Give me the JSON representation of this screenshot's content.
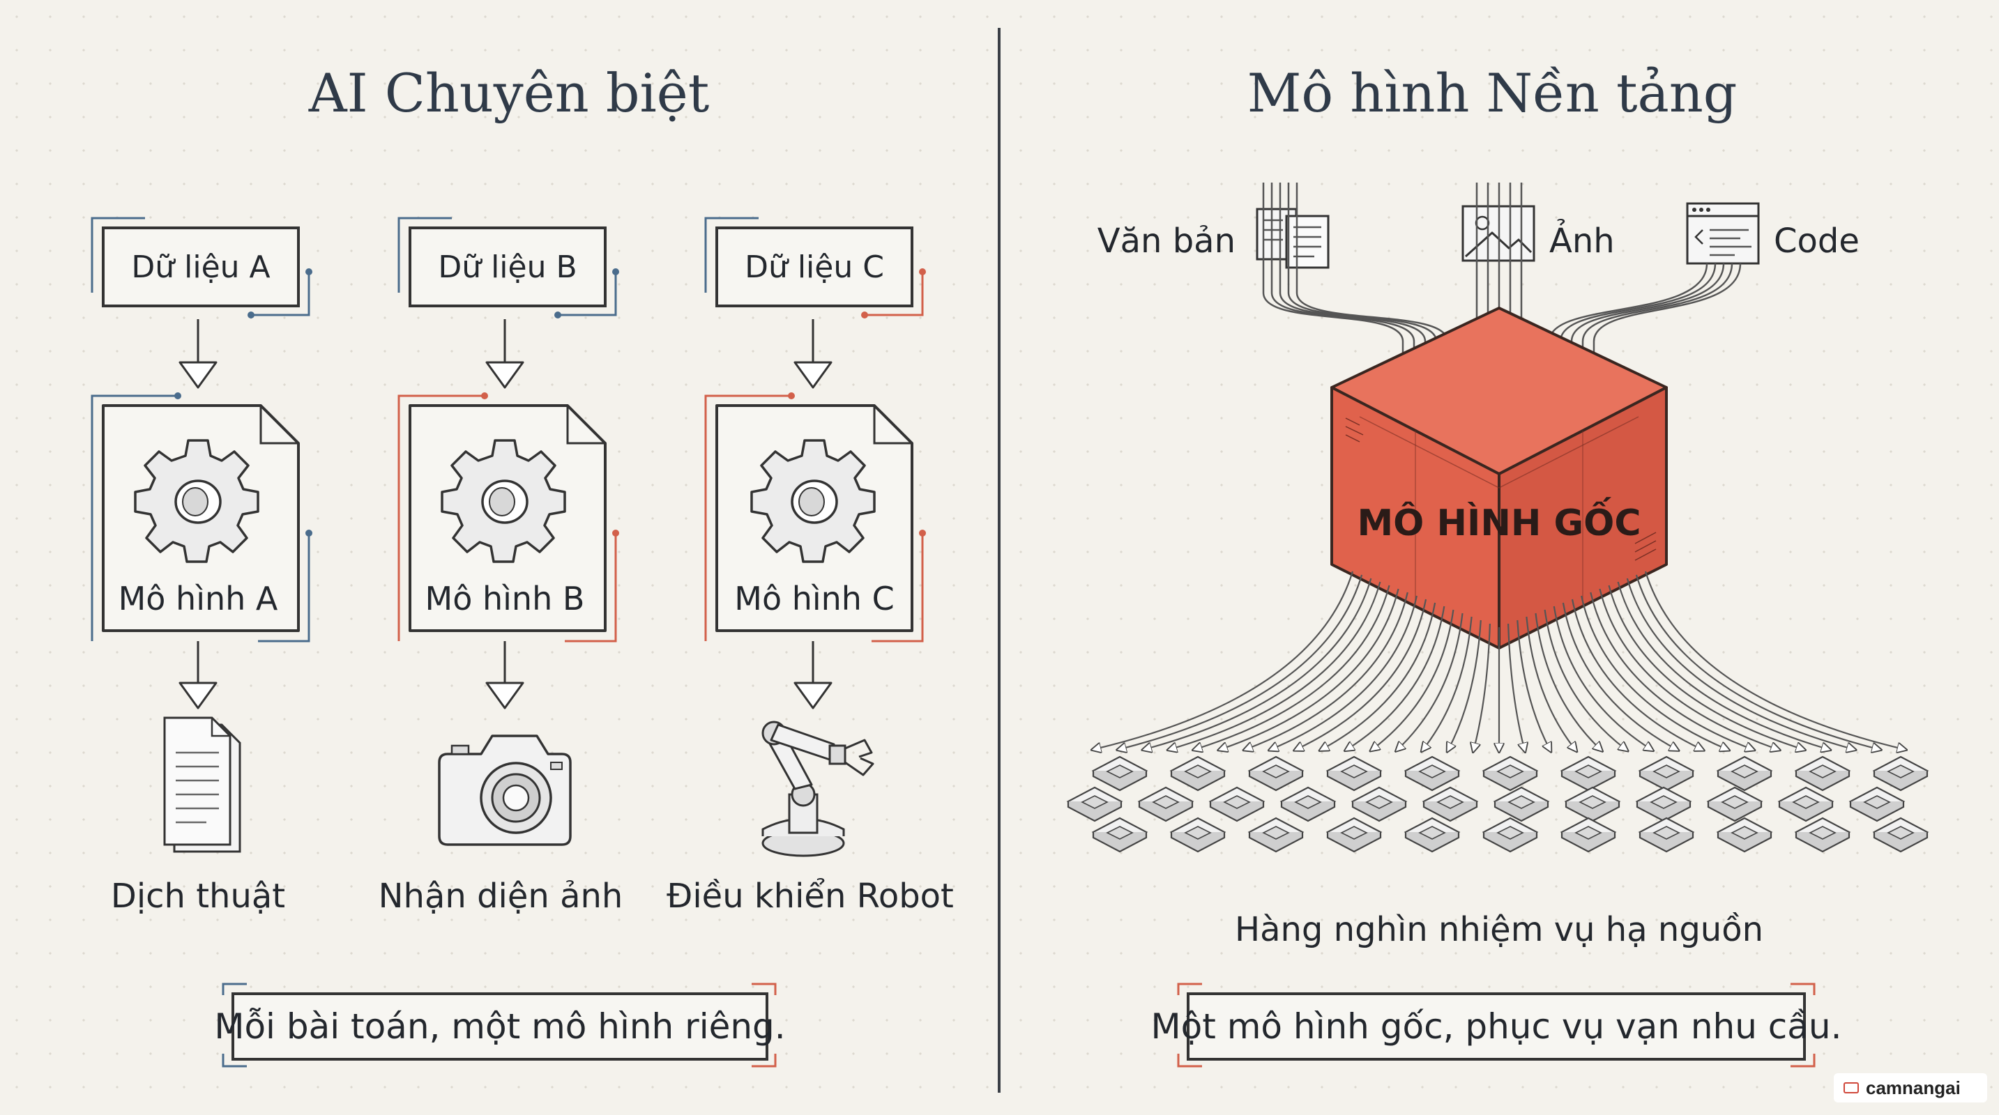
{
  "left": {
    "title": "AI Chuyên biệt",
    "columns": [
      {
        "data_label": "Dữ liệu A",
        "model_label": "Mô hình A",
        "output_label": "Dịch thuật",
        "output_icon": "document-icon",
        "accent": "#4a6c8c"
      },
      {
        "data_label": "Dữ liệu B",
        "model_label": "Mô hình B",
        "output_label": "Nhận diện ảnh",
        "output_icon": "camera-icon",
        "accent": "#d2604a"
      },
      {
        "data_label": "Dữ liệu C",
        "model_label": "Mô hình C",
        "output_label": "Điều khiển Robot",
        "output_icon": "robot-arm-icon",
        "accent": "#d2604a"
      }
    ],
    "summary": "Mỗi bài toán, một mô hình riêng."
  },
  "right": {
    "title": "Mô hình Nền tảng",
    "inputs": [
      {
        "label": "Văn bản",
        "icon": "text-document-icon"
      },
      {
        "label": "Ảnh",
        "icon": "image-icon"
      },
      {
        "label": "Code",
        "icon": "code-window-icon"
      }
    ],
    "core_label": "MÔ HÌNH GỐC",
    "downstream_label": "Hàng nghìn nhiệm vụ hạ nguồn",
    "summary": "Một mô hình gốc, phục vụ vạn nhu cầu."
  },
  "colors": {
    "core": "#e0624c",
    "accent_blue": "#4a6c8c",
    "accent_red": "#d2604a",
    "ink": "#2b2f36"
  },
  "watermark": "camnangai"
}
